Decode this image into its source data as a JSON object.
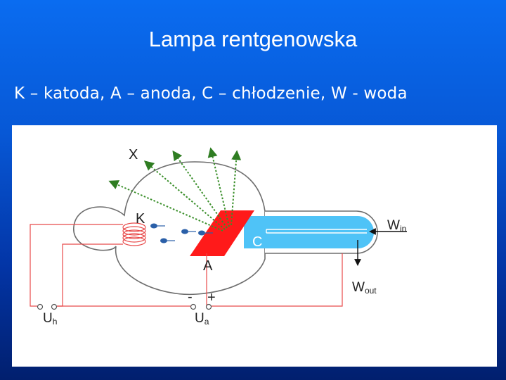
{
  "slide": {
    "title": "Lampa rentgenowska",
    "subtitle": "K – katoda, A – anoda, C – chłodzenie, W - woda"
  },
  "diagram": {
    "labels": {
      "x_rays": "X",
      "cathode": "K",
      "anode": "A",
      "cooling": "C",
      "water_in": "W",
      "water_in_sub": "in",
      "water_out": "W",
      "water_out_sub": "out",
      "heater_voltage": "U",
      "heater_voltage_sub": "h",
      "anode_voltage": "U",
      "anode_voltage_sub": "a",
      "minus": "-",
      "plus": "+"
    },
    "colors": {
      "background": "#0758d6",
      "anode": "#ff1a1a",
      "cooling": "#4fc3f7",
      "xray_rays": "#3a8f2a",
      "circuit": "#e84a4a",
      "electrons": "#2a5fa8"
    }
  }
}
